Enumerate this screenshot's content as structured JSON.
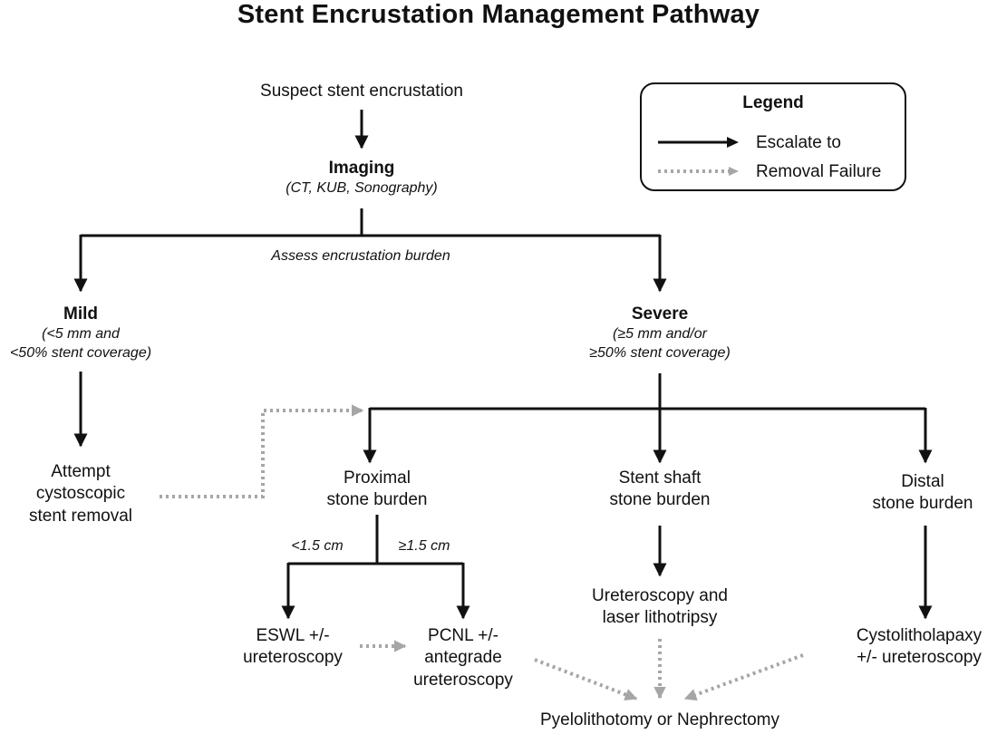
{
  "title": "Stent Encrustation Management Pathway",
  "legend": {
    "title": "Legend",
    "escalate_label": "Escalate to",
    "failure_label": "Removal Failure"
  },
  "colors": {
    "escalate": "#111111",
    "failure": "#a6a6a6"
  },
  "nodes": {
    "suspect": {
      "text": "Suspect stent encrustation"
    },
    "imaging": {
      "title": "Imaging",
      "subtitle": "(CT, KUB, Sonography)"
    },
    "assess_label": "Assess encrustation burden",
    "mild": {
      "title": "Mild",
      "subtitle_line1": "(<5 mm and",
      "subtitle_line2": "<50% stent coverage)"
    },
    "severe": {
      "title": "Severe",
      "subtitle_line1": "(≥5 mm and/or",
      "subtitle_line2": "≥50% stent coverage)"
    },
    "attempt": {
      "line1": "Attempt",
      "line2": "cystoscopic",
      "line3": "stent removal"
    },
    "proximal": {
      "line1": "Proximal",
      "line2": "stone burden"
    },
    "shaft": {
      "line1": "Stent shaft",
      "line2": "stone burden"
    },
    "distal": {
      "line1": "Distal",
      "line2": "stone burden"
    },
    "lt_label": "<1.5 cm",
    "ge_label": "≥1.5 cm",
    "eswl": {
      "line1": "ESWL +/-",
      "line2": "ureteroscopy"
    },
    "pcnl": {
      "line1": "PCNL +/-",
      "line2": "antegrade",
      "line3": "ureteroscopy"
    },
    "ureteroscopy": {
      "line1": "Ureteroscopy and",
      "line2": "laser lithotripsy"
    },
    "cystolitholapaxy": {
      "line1": "Cystolitholapaxy",
      "line2": "+/- ureteroscopy"
    },
    "pyelolithotomy": {
      "text": "Pyelolithotomy or Nephrectomy"
    }
  }
}
